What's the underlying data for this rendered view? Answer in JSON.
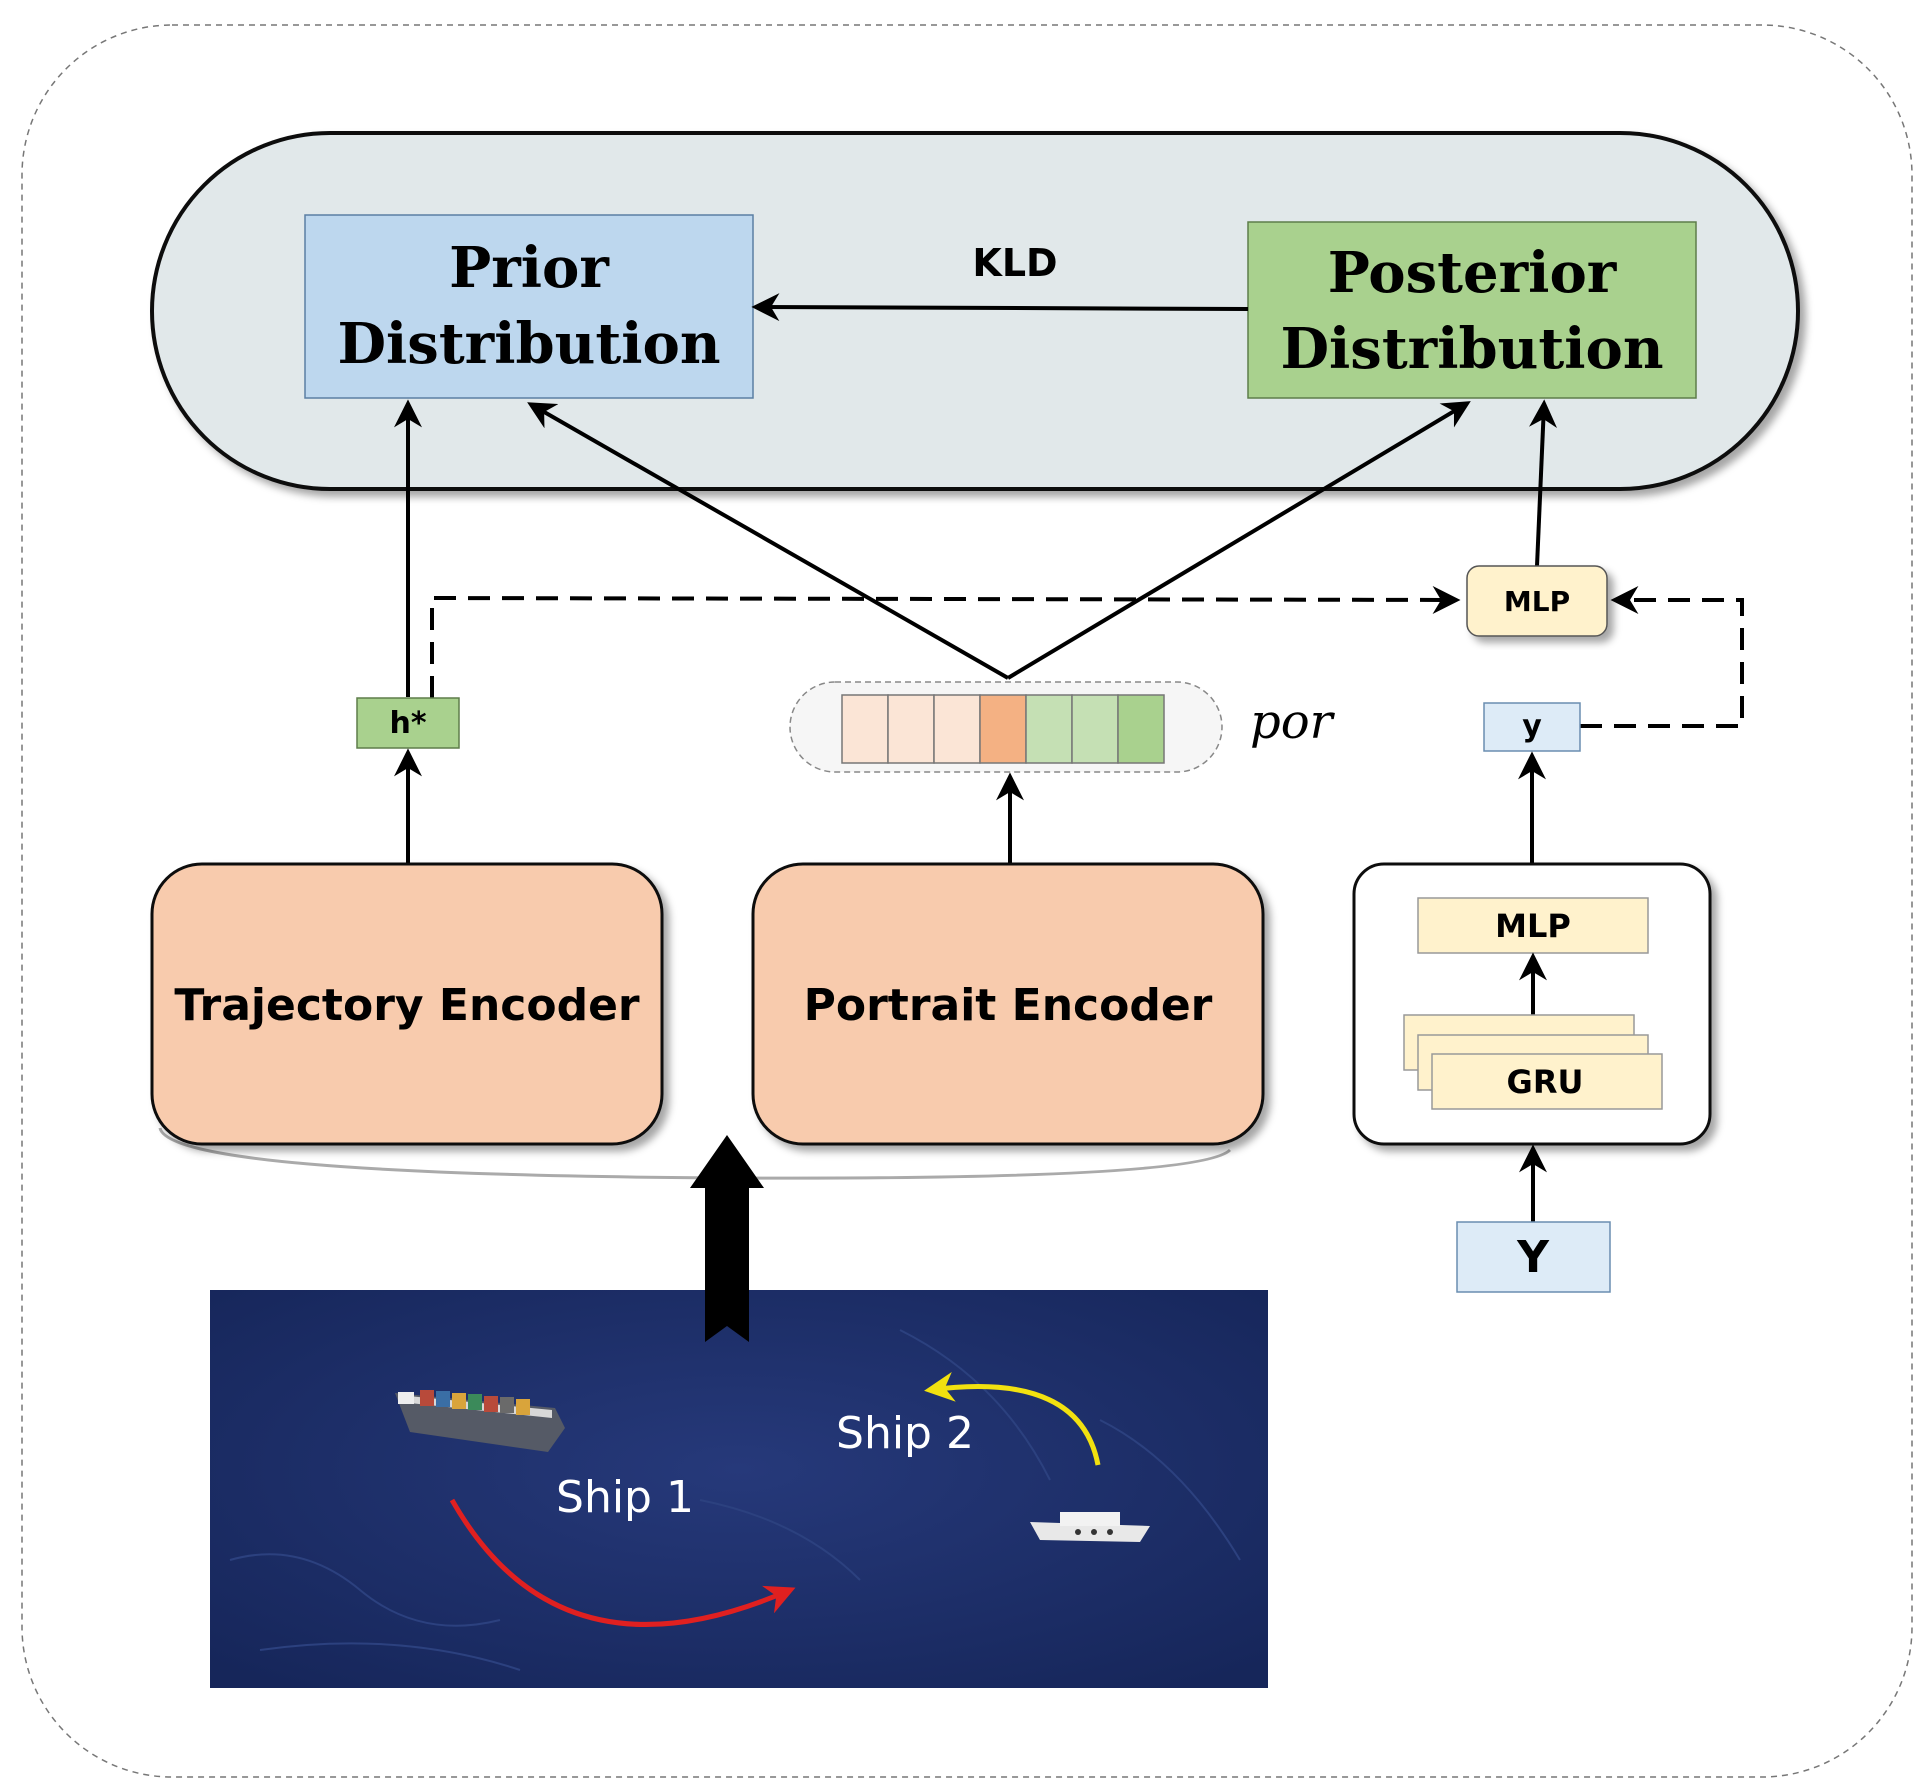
{
  "diagram": {
    "prior_label_line1": "Prior",
    "prior_label_line2": "Distribution",
    "posterior_label_line1": "Posterior",
    "posterior_label_line2": "Distribution",
    "kld_label": "KLD",
    "hstar_label": "h*",
    "por_label": "por",
    "mlp_small_label": "MLP",
    "y_small_label": "y",
    "trajectory_encoder_label": "Trajectory Encoder",
    "portrait_encoder_label": "Portrait Encoder",
    "mlp_inner_label": "MLP",
    "gru_label": "GRU",
    "Y_input_label": "Y",
    "ship1_label": "Ship 1",
    "ship2_label": "Ship 2"
  },
  "colors": {
    "prior_fill": "#bdd7ee",
    "posterior_fill": "#a9d18e",
    "encoder_fill": "#f8cbad",
    "mlp_fill": "#fff2cc",
    "y_fill": "#ddebf7",
    "sea": "#1c2f6b",
    "ship1_arrow": "#e02020",
    "ship2_arrow": "#f2e10f",
    "por_cells": [
      "#fbe5d6",
      "#fbe5d6",
      "#fbe5d6",
      "#f4b183",
      "#c5e0b4",
      "#c5e0b4",
      "#a9d18e"
    ]
  }
}
